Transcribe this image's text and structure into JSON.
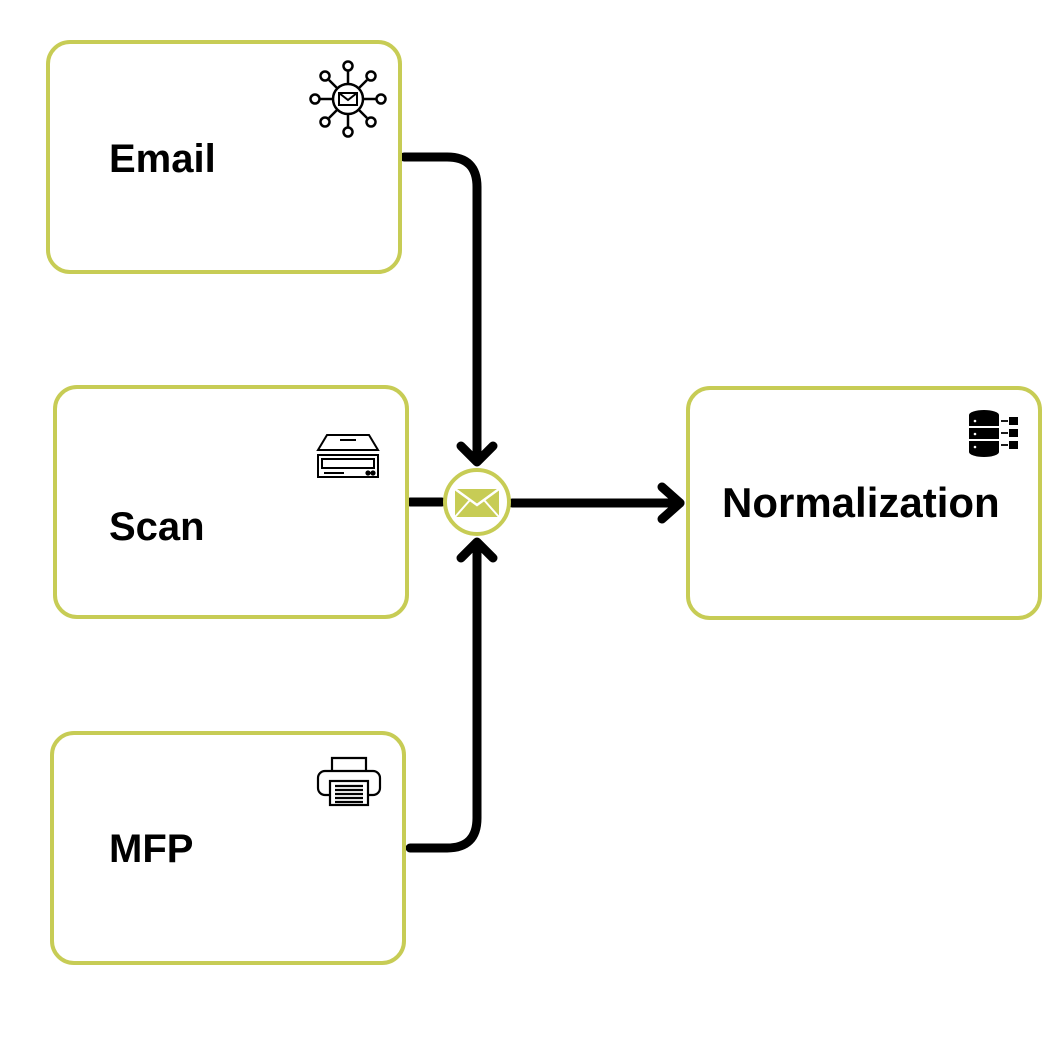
{
  "colors": {
    "accent": "#c7cc55",
    "connector": "#000000",
    "background": "#ffffff"
  },
  "nodes": {
    "email": {
      "label": "Email",
      "icon": "email-network-icon"
    },
    "scan": {
      "label": "Scan",
      "icon": "flatbed-scanner-icon"
    },
    "mfp": {
      "label": "MFP",
      "icon": "printer-icon"
    },
    "normalization": {
      "label": "Normalization",
      "icon": "database-transfer-icon"
    }
  },
  "merge_node": {
    "icon": "envelope-icon"
  },
  "edges": [
    {
      "from": "email",
      "to": "merge"
    },
    {
      "from": "scan",
      "to": "merge"
    },
    {
      "from": "mfp",
      "to": "merge"
    },
    {
      "from": "merge",
      "to": "normalization"
    }
  ]
}
